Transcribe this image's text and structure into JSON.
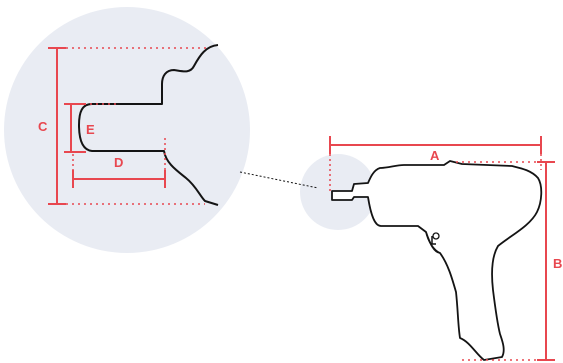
{
  "colors": {
    "accent": "#e8474f",
    "zoom_circle": "#e9ecf3",
    "outline": "#141414",
    "background": "#ffffff"
  },
  "labels": {
    "a": "A",
    "b": "B",
    "c": "C",
    "d": "D",
    "e": "E"
  }
}
